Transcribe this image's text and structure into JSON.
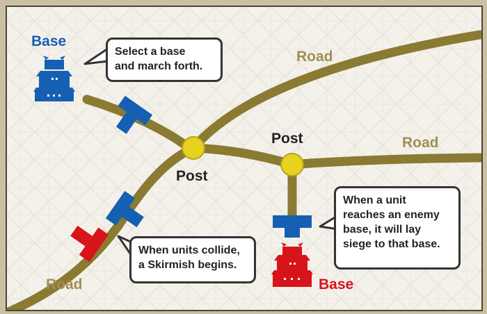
{
  "road_labels": [
    "Road",
    "Road",
    "Road"
  ],
  "post_labels": [
    "Post",
    "Post"
  ],
  "base_labels": {
    "blue": "Base",
    "red": "Base"
  },
  "callouts": {
    "select_base": "Select a base\nand march forth.",
    "collide": "When units collide,\na Skirmish begins.",
    "siege": "When a unit\nreaches an enemy\nbase, it will lay\nsiege to that base."
  },
  "colors": {
    "road": "#8a7a32",
    "post": "#e6d21f",
    "blue_team": "#1560b3",
    "red_team": "#d7141a",
    "road_text": "#a28d57"
  }
}
